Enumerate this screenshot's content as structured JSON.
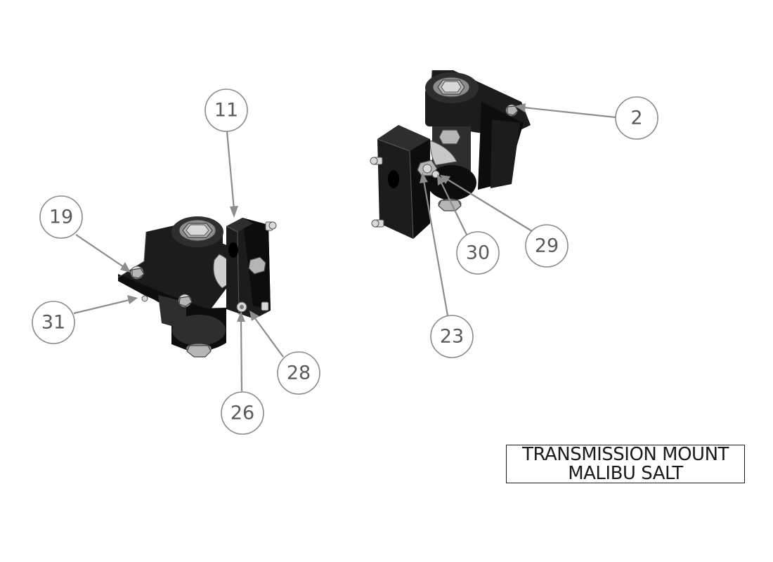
{
  "drawing": {
    "title_line_1": "TRANSMISSION MOUNT",
    "title_line_2": "MALIBU SALT"
  },
  "balloons": {
    "b2": "2",
    "b11": "11",
    "b19": "19",
    "b23": "23",
    "b26": "26",
    "b28": "28",
    "b29": "29",
    "b30": "30",
    "b31": "31"
  }
}
